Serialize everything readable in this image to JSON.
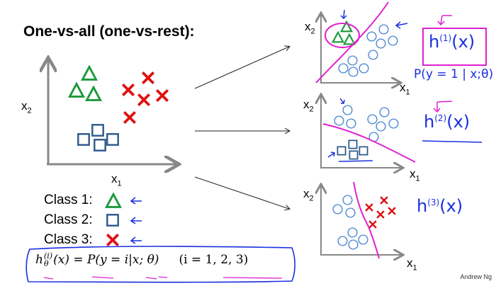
{
  "title": "One-vs-all (one-vs-rest):",
  "axes": {
    "x1": "x",
    "x1_sub": "1",
    "x2": "x",
    "x2_sub": "2"
  },
  "classes": [
    {
      "label": "Class 1:",
      "marker": "triangle",
      "color": "#1a9a3a"
    },
    {
      "label": "Class 2:",
      "marker": "square",
      "color": "#2d5a8a"
    },
    {
      "label": "Class 3:",
      "marker": "cross",
      "color": "#e01010"
    }
  ],
  "formula": {
    "lhs": "h",
    "sup": "(i)",
    "sub": "θ",
    "arg": "(x) = P(y = i|x; θ)",
    "range": "(i = 1, 2, 3)"
  },
  "annotations": {
    "h1": "h",
    "h1_sup": "(1)",
    "h1_arg": "(x)",
    "p1": "P(y = 1 | x;θ)",
    "h2": "h",
    "h2_sup": "(2)",
    "h2_arg": "(x)",
    "h3": "h",
    "h3_sup": "(3)",
    "h3_arg": "(x)",
    "theta": "θ",
    "arrow_glyph": "←"
  },
  "credit": "Andrew Ng",
  "colors": {
    "pen_blue": "#1a2fe0",
    "pen_magenta": "#e020d0",
    "circle": "#4a86d0",
    "axis": "#888888"
  }
}
